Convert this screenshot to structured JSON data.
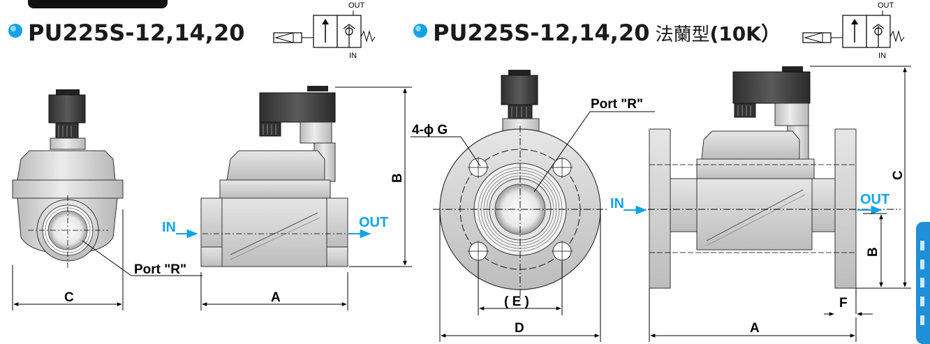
{
  "title_left": "PU225S-12,14,20",
  "title_right_model": "PU225S-12,14,20",
  "title_right_suffix_cn": "法蘭型",
  "title_right_suffix_spec": "(10K）",
  "symbol_out": "OUT",
  "symbol_in": "IN",
  "labels": {
    "port_r": "Port \"R\"",
    "four_phi_g": "4-ϕ G",
    "in": "IN",
    "out": "OUT",
    "dim_a": "A",
    "dim_b": "B",
    "dim_c": "C",
    "dim_d": "D",
    "dim_e": "( E )",
    "dim_f": "F"
  },
  "colors": {
    "accent": "#12a3e6",
    "body": "#d9d9d9",
    "coil": "#4a4a4a",
    "tab": "#1f8fd8"
  }
}
